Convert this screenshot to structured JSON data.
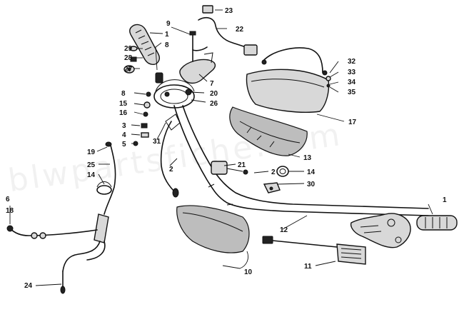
{
  "watermark": {
    "text": "blwpartsfiche.com"
  },
  "callouts": [
    {
      "id": "c23",
      "label": "23"
    },
    {
      "id": "c9",
      "label": "9"
    },
    {
      "id": "c1a",
      "label": "1"
    },
    {
      "id": "c22",
      "label": "22"
    },
    {
      "id": "c29",
      "label": "29"
    },
    {
      "id": "c8a",
      "label": "8"
    },
    {
      "id": "c28",
      "label": "28"
    },
    {
      "id": "c27",
      "label": "27"
    },
    {
      "id": "c32",
      "label": "32"
    },
    {
      "id": "c33",
      "label": "33"
    },
    {
      "id": "c34",
      "label": "34"
    },
    {
      "id": "c35",
      "label": "35"
    },
    {
      "id": "c7",
      "label": "7"
    },
    {
      "id": "c20",
      "label": "20"
    },
    {
      "id": "c8b",
      "label": "8"
    },
    {
      "id": "c15",
      "label": "15"
    },
    {
      "id": "c26",
      "label": "26"
    },
    {
      "id": "c16",
      "label": "16"
    },
    {
      "id": "c17",
      "label": "17"
    },
    {
      "id": "c3",
      "label": "3"
    },
    {
      "id": "c4",
      "label": "4"
    },
    {
      "id": "c31",
      "label": "31"
    },
    {
      "id": "c5",
      "label": "5"
    },
    {
      "id": "c19",
      "label": "19"
    },
    {
      "id": "c13",
      "label": "13"
    },
    {
      "id": "c2a",
      "label": "2"
    },
    {
      "id": "c21",
      "label": "21"
    },
    {
      "id": "c2b",
      "label": "2"
    },
    {
      "id": "c14a",
      "label": "14"
    },
    {
      "id": "c25",
      "label": "25"
    },
    {
      "id": "c14b",
      "label": "14"
    },
    {
      "id": "c30",
      "label": "30"
    },
    {
      "id": "c6",
      "label": "6"
    },
    {
      "id": "c18",
      "label": "18"
    },
    {
      "id": "c1b",
      "label": "1"
    },
    {
      "id": "c12",
      "label": "12"
    },
    {
      "id": "c10",
      "label": "10"
    },
    {
      "id": "c11",
      "label": "11"
    },
    {
      "id": "c24",
      "label": "24"
    }
  ]
}
